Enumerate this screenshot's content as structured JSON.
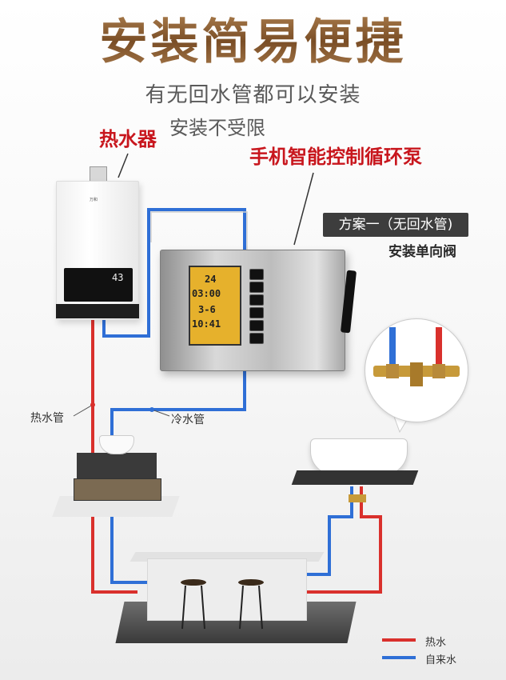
{
  "header": {
    "title": "安装简易便捷",
    "subtitle_line1": "有无回水管都可以安装",
    "subtitle_line2": "安装不受限"
  },
  "callouts": {
    "heater": "热水器",
    "pump": "手机智能控制循环泵"
  },
  "plan": {
    "badge": "方案一（无回水管)",
    "note": "安装单向阀"
  },
  "pipes": {
    "hot_label": "热水管",
    "cold_label": "冷水管"
  },
  "pump_screen": {
    "line1": "24",
    "line2": "03:00",
    "line3": "3-6",
    "line4": "10:41"
  },
  "heater_display": "43",
  "heater_brand": "万和",
  "legend": [
    {
      "label": "热水",
      "color": "#d9302c"
    },
    {
      "label": "自来水",
      "color": "#2f6fd6"
    }
  ],
  "colors": {
    "hot_pipe": "#d9302c",
    "cold_pipe": "#2f6fd6",
    "callout": "#c8161d"
  }
}
